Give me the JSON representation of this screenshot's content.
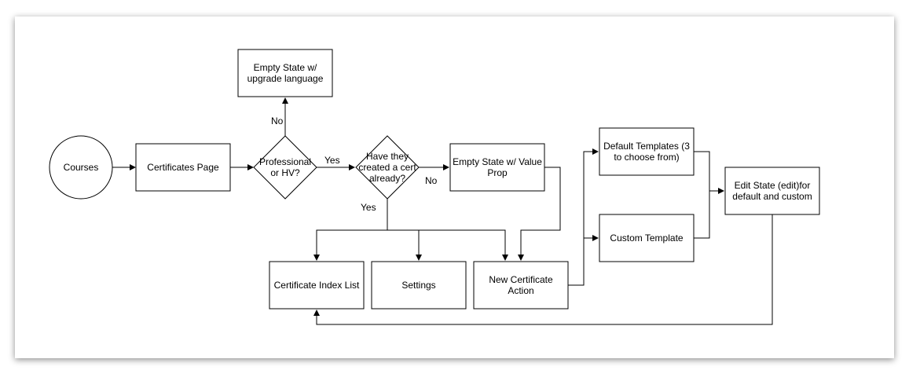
{
  "nodes": {
    "courses": "Courses",
    "certificates_page": "Certificates Page",
    "professional_or_hv": [
      "Professional",
      "or HV?"
    ],
    "empty_state_upgrade": [
      "Empty State w/",
      "upgrade language"
    ],
    "have_they_created": [
      "Have they",
      "created a cert",
      "already?"
    ],
    "empty_state_value_prop": [
      "Empty State w/ Value",
      "Prop"
    ],
    "default_templates": [
      "Default Templates (3",
      "to choose from)"
    ],
    "custom_template": "Custom Template",
    "edit_state": [
      "Edit State (edit)for",
      "default and custom"
    ],
    "certificate_index_list": "Certificate Index List",
    "settings": "Settings",
    "new_certificate_action": [
      "New Certificate",
      "Action"
    ]
  },
  "edge_labels": {
    "no_upgrade": "No",
    "yes_pro": "Yes",
    "no_cert": "No",
    "yes_cert": "Yes"
  }
}
